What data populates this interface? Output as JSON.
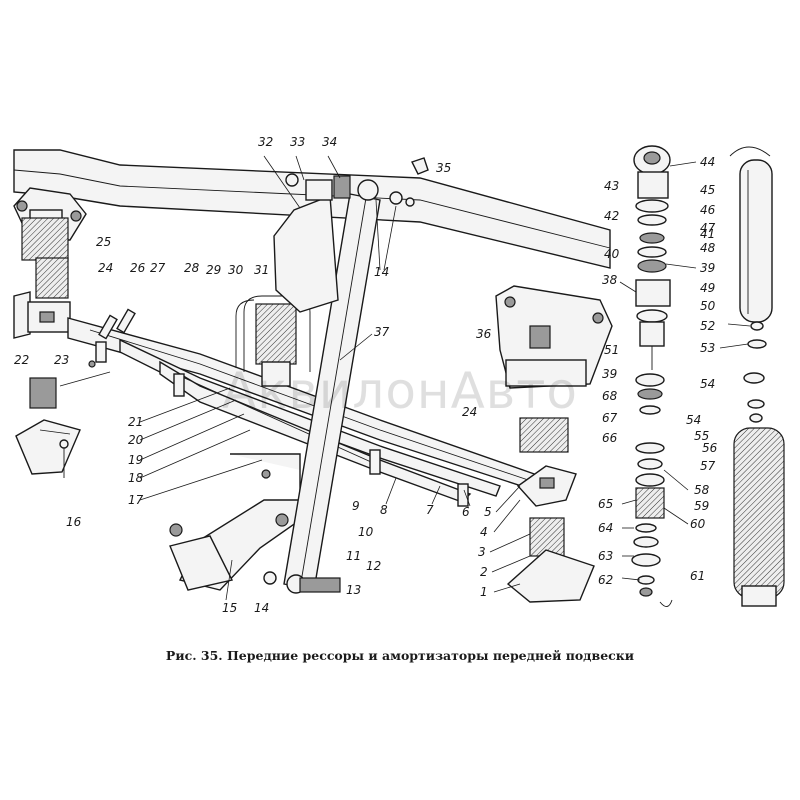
{
  "figure": {
    "caption": "Рис. 35. Передние рессоры и амортизаторы передней подвески"
  },
  "watermark": {
    "text": "АквилонАвто"
  },
  "callouts": [
    "1",
    "2",
    "3",
    "4",
    "5",
    "6",
    "7",
    "8",
    "9",
    "10",
    "11",
    "12",
    "13",
    "14",
    "15",
    "16",
    "17",
    "18",
    "19",
    "20",
    "21",
    "22",
    "23",
    "24",
    "25",
    "26",
    "27",
    "28",
    "29",
    "30",
    "31",
    "32",
    "33",
    "34",
    "35",
    "36",
    "37",
    "38",
    "39",
    "40",
    "41",
    "42",
    "43",
    "44",
    "45",
    "46",
    "47",
    "48",
    "49",
    "50",
    "51",
    "52",
    "53",
    "54",
    "55",
    "56",
    "57",
    "58",
    "59",
    "60",
    "61",
    "62",
    "63",
    "64",
    "65",
    "66",
    "67",
    "68"
  ],
  "colors": {
    "ink": "#1a1a1a",
    "paper": "#ffffff",
    "shade": "#9a9a9a"
  }
}
